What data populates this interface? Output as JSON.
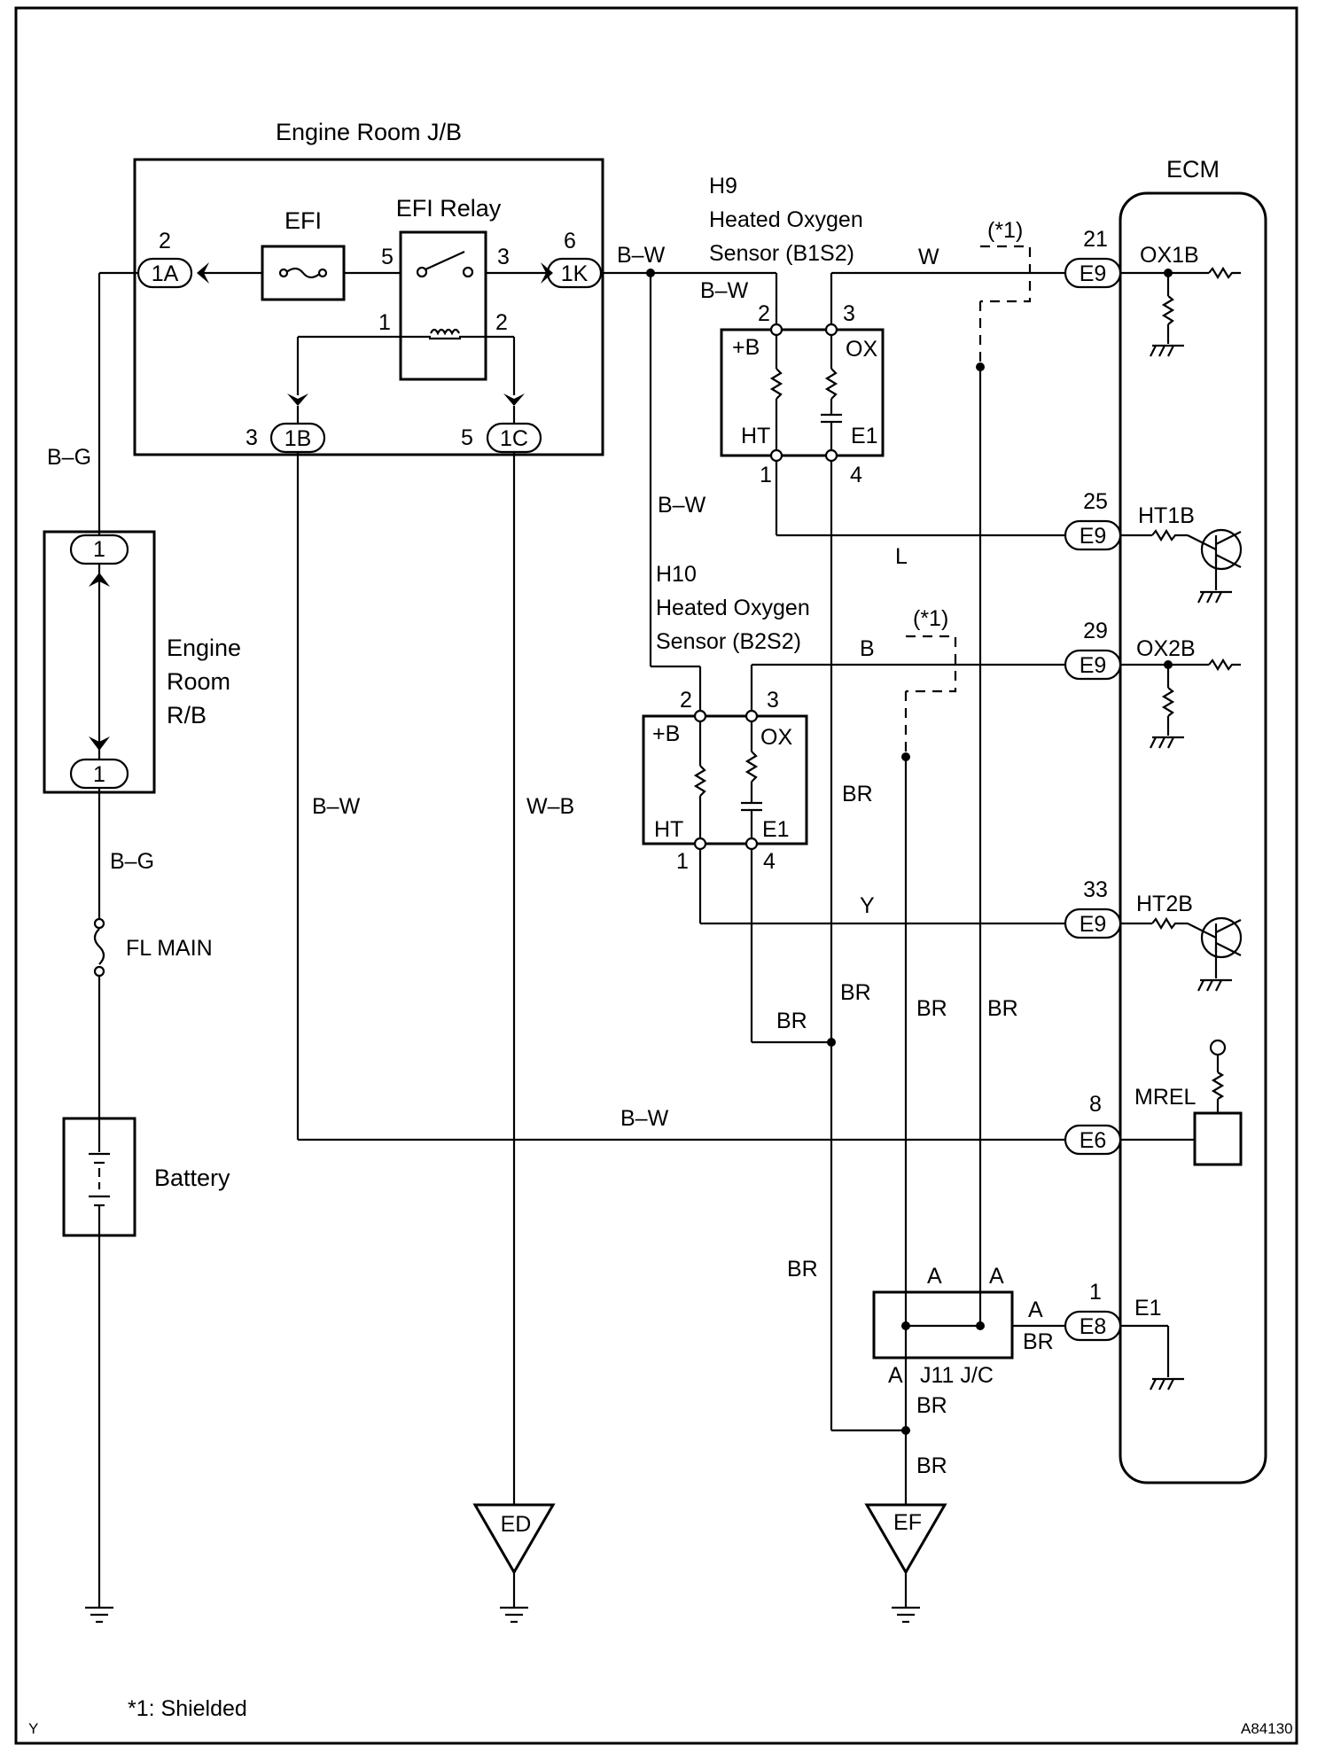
{
  "boxes": {
    "jb": "Engine Room J/B",
    "efi": "EFI",
    "relay": "EFI Relay",
    "rb": [
      "Engine",
      "Room",
      "R/B"
    ],
    "ecm": "ECM",
    "battery": "Battery",
    "fl_main": "FL MAIN",
    "jc": "J11 J/C"
  },
  "sensors": {
    "h9": [
      "H9",
      "Heated Oxygen",
      "Sensor (B1S2)"
    ],
    "h10": [
      "H10",
      "Heated Oxygen",
      "Sensor (B2S2)"
    ],
    "pin_labels": {
      "b": "+B",
      "ox": "OX",
      "ht": "HT",
      "e1": "E1"
    }
  },
  "connectors": {
    "c1A": "1A",
    "c1K": "1K",
    "c1B": "1B",
    "c1C": "1C",
    "rb_top": "1",
    "rb_bot": "1",
    "e9a": "E9",
    "e9b": "E9",
    "e9c": "E9",
    "e9d": "E9",
    "e6": "E6",
    "e8": "E8"
  },
  "pins": {
    "p1A": "2",
    "p5": "5",
    "p3": "3",
    "p1K": "6",
    "p1": "1",
    "p2": "2",
    "p1B": "3",
    "p1C": "5",
    "h9_2": "2",
    "h9_3": "3",
    "h9_1": "1",
    "h9_4": "4",
    "h10_2": "2",
    "h10_3": "3",
    "h10_1": "1",
    "h10_4": "4",
    "e9_21": "21",
    "e9_25": "25",
    "e9_29": "29",
    "e9_33": "33",
    "e6_8": "8",
    "e8_1": "1"
  },
  "ecm_terms": {
    "ox1b": "OX1B",
    "ht1b": "HT1B",
    "ox2b": "OX2B",
    "ht2b": "HT2B",
    "mrel": "MREL",
    "e1": "E1"
  },
  "wires": {
    "bg1": "B–G",
    "bg2": "B–G",
    "bw_top": "B–W",
    "bw_h9": "B–W",
    "bw_mid": "B–W",
    "bw_left": "B–W",
    "bw_bottom": "B–W",
    "wb": "W–B",
    "w": "W",
    "l": "L",
    "b": "B",
    "y": "Y",
    "br1": "BR",
    "br2": "BR",
    "br3": "BR",
    "br4": "BR",
    "br5": "BR",
    "br6": "BR",
    "br7": "BR",
    "br8": "BR"
  },
  "shield_tags": [
    "(*1)",
    "(*1)"
  ],
  "jc_letters": [
    "A",
    "A",
    "A",
    "A"
  ],
  "grounds": {
    "ed": "ED",
    "ef": "EF"
  },
  "footer": {
    "note": "*1: Shielded",
    "corner": "Y",
    "code": "A84130"
  }
}
